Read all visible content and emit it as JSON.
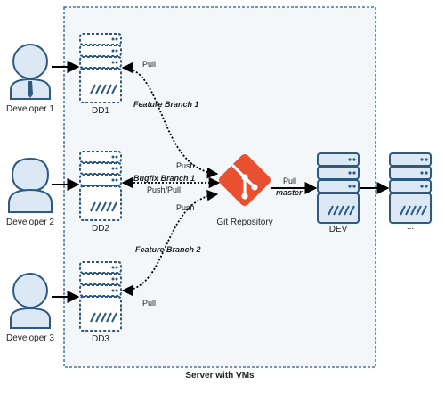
{
  "boundary": {
    "label": "Server with VMs"
  },
  "developers": [
    {
      "label": "Developer 1"
    },
    {
      "label": "Developer 2"
    },
    {
      "label": "Developer 3"
    }
  ],
  "dev_servers": [
    {
      "label": "DD1"
    },
    {
      "label": "DD2"
    },
    {
      "label": "DD3"
    }
  ],
  "git": {
    "label": "Git Repository",
    "icon": "git-logo-icon",
    "color": "#e8502f"
  },
  "dev": {
    "label": "DEV"
  },
  "more": {
    "label": "..."
  },
  "edges": {
    "dd1_pull": "Pull",
    "feature_branch_1": "Feature Branch 1",
    "push_top": "Push",
    "bugfix_branch_1": "Bugfix Branch 1",
    "push_pull": "Push/Pull",
    "push_bottom": "Push",
    "feature_branch_2": "Feature Branch 2",
    "dd3_pull": "Pull",
    "git_pull": "Pull",
    "master": "master"
  },
  "colors": {
    "server_stroke": "#2b5b84",
    "server_fill": "#dce8f3",
    "person_fill": "#dce8f3",
    "tie": "#2b5b84",
    "boundary_fill": "#f4f7fa",
    "boundary_stroke": "#2b5b84"
  }
}
